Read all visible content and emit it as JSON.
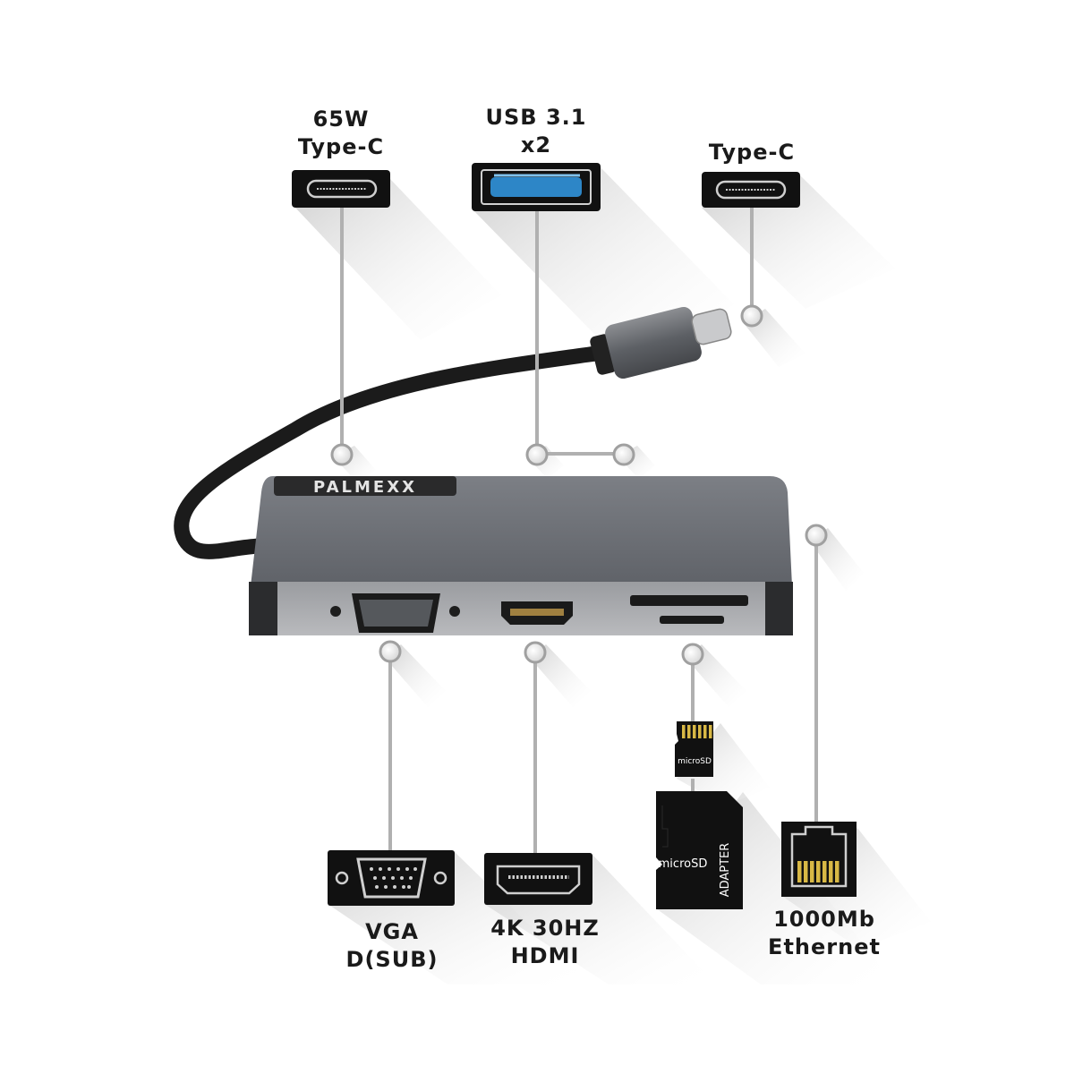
{
  "brand": "PALMEXX",
  "ports": {
    "pd_typec": {
      "line1": "65W",
      "line2": "Type-C",
      "icon": "usb-c-port-icon"
    },
    "usb": {
      "line1": "USB 3.1",
      "line2": "x2",
      "icon": "usb-a-port-icon",
      "insert_color": "#2d86c7"
    },
    "typec": {
      "line1": "Type-C",
      "icon": "usb-c-port-icon"
    },
    "vga": {
      "line1": "VGA",
      "line2": "D(SUB)",
      "icon": "vga-port-icon"
    },
    "hdmi": {
      "line1": "4K 30HZ",
      "line2": "HDMI",
      "icon": "hdmi-port-icon"
    },
    "ethernet": {
      "line1": "1000Mb",
      "line2": "Ethernet",
      "icon": "rj45-port-icon"
    },
    "sd": {
      "microsd_card_text": "microSD",
      "adapter_main_text": "microSD",
      "adapter_side_text": "ADAPTER",
      "icon": "microsd-card-icon"
    }
  },
  "colors": {
    "hub_body": "#6d7076",
    "icon_black": "#111111",
    "connector_line": "#b0b0b0",
    "shadow": "#d9d9d9",
    "contact_gold": "#d8b845"
  }
}
